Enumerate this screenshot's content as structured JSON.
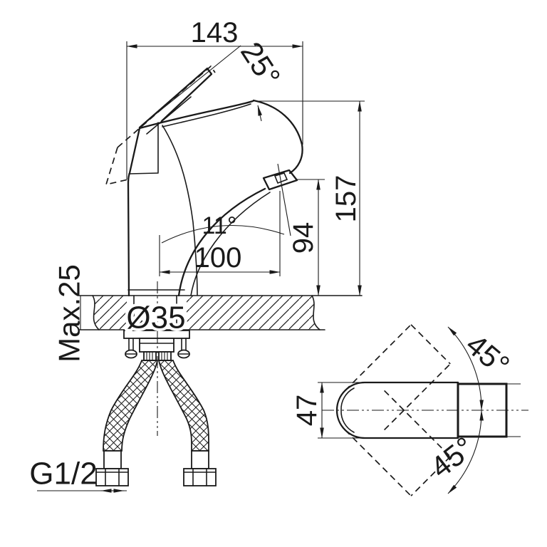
{
  "colors": {
    "line": "#1a1a1a",
    "background": "#ffffff"
  },
  "side_view": {
    "total_width": "143",
    "handle_lift_angle": "25°",
    "total_height": "157",
    "spout_outlet_height": "94",
    "aerator_angle": "11°",
    "spout_reach": "100",
    "deck_max_thickness": "Max.25",
    "mounting_hole_diameter": "Ø35",
    "supply_connection_thread": "G1/2"
  },
  "top_view": {
    "handle_width": "47",
    "handle_swing_upper": "45°",
    "handle_swing_lower": "45°"
  }
}
